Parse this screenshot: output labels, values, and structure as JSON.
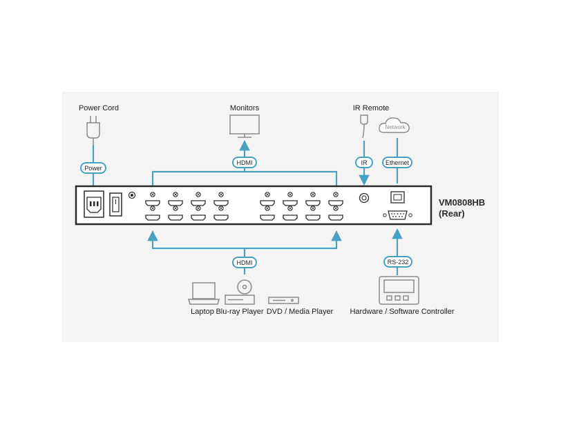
{
  "device": {
    "model": "VM0808HB",
    "view": "(Rear)"
  },
  "devices": {
    "power_cord": "Power Cord",
    "monitors": "Monitors",
    "ir_remote": "IR Remote",
    "network": "Network",
    "laptop": "Laptop",
    "bluray": "Blu-ray Player",
    "dvd": "DVD / Media Player",
    "controller": "Hardware / Software Controller"
  },
  "connections": {
    "power": "Power",
    "hdmi_out": "HDMI",
    "ir": "IR",
    "ethernet": "Ethernet",
    "hdmi_in": "HDMI",
    "rs232": "RS-232"
  },
  "colors": {
    "accent": "#4aa0c0",
    "panel_bg": "#f4f4f4",
    "device_body": "#2a2a2a",
    "icon_gray": "#8a8a8a"
  }
}
